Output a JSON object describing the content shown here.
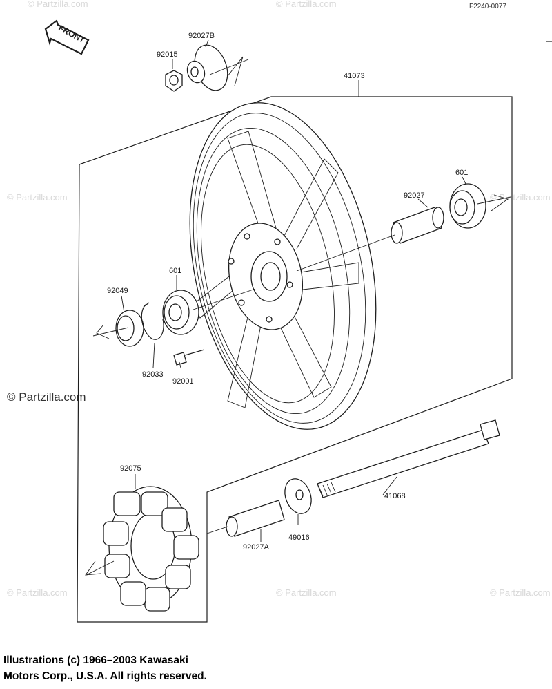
{
  "figure_id": "F2240-0077",
  "front_label": "FRONT",
  "watermark": "© Partzilla.com",
  "watermark_main": "© Partzilla.com",
  "parts": {
    "p92027B": "92027B",
    "p92015": "92015",
    "p41073": "41073",
    "p601_right": "601",
    "p92027": "92027",
    "p601_left": "601",
    "p92049": "92049",
    "p92033": "92033",
    "p92001": "92001",
    "p92075": "92075",
    "p41068": "41068",
    "p92027A": "92027A",
    "p49016": "49016"
  },
  "copyright_lines": [
    "Illustrations (c) 1966–2003 Kawasaki",
    "Motors Corp., U.S.A.  All rights reserved."
  ]
}
